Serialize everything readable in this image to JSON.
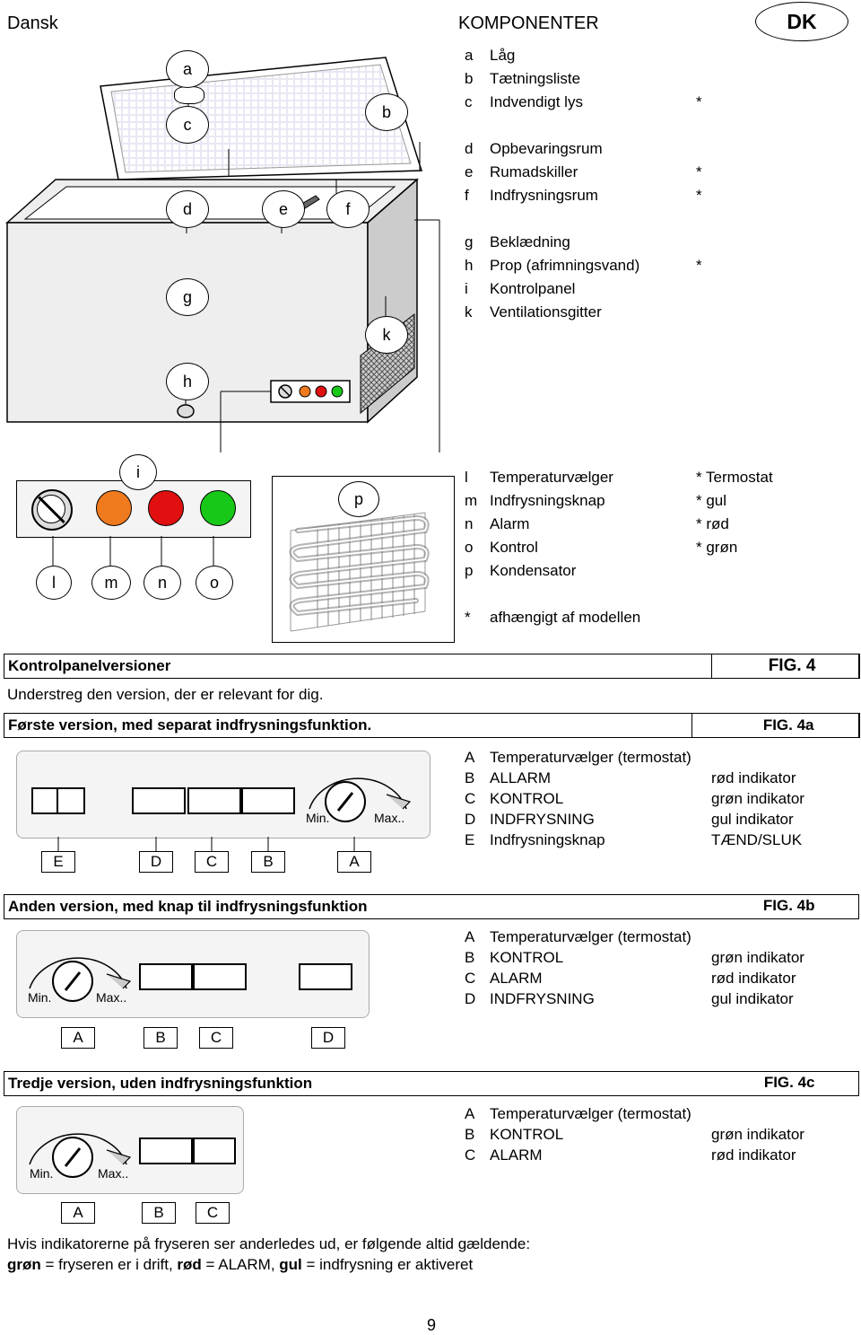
{
  "header": {
    "language": "Dansk",
    "title": "KOMPONENTER",
    "badge": "DK"
  },
  "diagram_labels": {
    "a": "a",
    "b": "b",
    "c": "c",
    "d": "d",
    "e": "e",
    "f": "f",
    "g": "g",
    "h": "h",
    "i": "i",
    "k": "k",
    "l": "l",
    "m": "m",
    "n": "n",
    "o": "o",
    "p": "p"
  },
  "components": [
    {
      "key": "a",
      "label": "Låg",
      "star": ""
    },
    {
      "key": "b",
      "label": "Tætningsliste",
      "star": ""
    },
    {
      "key": "c",
      "label": "Indvendigt lys",
      "star": "*"
    },
    {
      "key": "d",
      "label": "Opbevaringsrum",
      "star": ""
    },
    {
      "key": "e",
      "label": "Rumadskiller",
      "star": "*"
    },
    {
      "key": "f",
      "label": "Indfrysningsrum",
      "star": "*"
    },
    {
      "key": "g",
      "label": "Beklædning",
      "star": ""
    },
    {
      "key": "h",
      "label": "Prop (afrimningsvand)",
      "star": "*"
    },
    {
      "key": "i",
      "label": "Kontrolpanel",
      "star": ""
    },
    {
      "key": "k",
      "label": "Ventilationsgitter",
      "star": ""
    }
  ],
  "controls": [
    {
      "key": "l",
      "label": "Temperaturvælger",
      "note": "* Termostat"
    },
    {
      "key": "m",
      "label": "Indfrysningsknap",
      "note": "* gul"
    },
    {
      "key": "n",
      "label": "Alarm",
      "note": "* rød"
    },
    {
      "key": "o",
      "label": "Kontrol",
      "note": "* grøn"
    },
    {
      "key": "p",
      "label": "Kondensator",
      "note": ""
    }
  ],
  "footnote": {
    "star": "*",
    "text": "afhængigt af modellen"
  },
  "panel_versions": {
    "title": "Kontrolpanelversioner",
    "fig": "FIG. 4",
    "instruction": "Understreg den version, der er relevant for dig."
  },
  "v1": {
    "title": "Første version, med separat indfrysningsfunktion.",
    "fig": "FIG. 4a",
    "min": "Min.",
    "max": "Max..",
    "labels": [
      "E",
      "D",
      "C",
      "B",
      "A"
    ],
    "legend": [
      {
        "key": "A",
        "label": "Temperaturvælger (termostat)",
        "ind": ""
      },
      {
        "key": "B",
        "label": "ALLARM",
        "ind": "rød indikator"
      },
      {
        "key": "C",
        "label": "KONTROL",
        "ind": "grøn indikator"
      },
      {
        "key": "D",
        "label": "INDFRYSNING",
        "ind": "gul indikator"
      },
      {
        "key": "E",
        "label": "Indfrysningsknap",
        "ind": "TÆND/SLUK"
      }
    ]
  },
  "v2": {
    "title": "Anden version, med knap til indfrysningsfunktion",
    "fig": "FIG. 4b",
    "min": "Min.",
    "max": "Max..",
    "labels": [
      "A",
      "B",
      "C",
      "D"
    ],
    "legend": [
      {
        "key": "A",
        "label": "Temperaturvælger (termostat)",
        "ind": ""
      },
      {
        "key": "B",
        "label": "KONTROL",
        "ind": "grøn indikator"
      },
      {
        "key": "C",
        "label": "ALARM",
        "ind": "rød indikator"
      },
      {
        "key": "D",
        "label": "INDFRYSNING",
        "ind": "gul indikator"
      }
    ]
  },
  "v3": {
    "title": "Tredje version, uden indfrysningsfunktion",
    "fig": "FIG. 4c",
    "min": "Min.",
    "max": "Max..",
    "labels": [
      "A",
      "B",
      "C"
    ],
    "legend": [
      {
        "key": "A",
        "label": "Temperaturvælger (termostat)",
        "ind": ""
      },
      {
        "key": "B",
        "label": "KONTROL",
        "ind": "grøn indikator"
      },
      {
        "key": "C",
        "label": "ALARM",
        "ind": "rød indikator"
      }
    ]
  },
  "closing": {
    "line1": "Hvis indikatorerne på fryseren ser anderledes ud, er følgende altid gældende:",
    "green_word": "grøn",
    "green_text": " = fryseren er i drift, ",
    "red_word": "rød",
    "red_text": " = ALARM, ",
    "yellow_word": "gul",
    "yellow_text": " = indfrysning er aktiveret"
  },
  "page_number": "9",
  "colors": {
    "orange": "#f07a1e",
    "red": "#e01010",
    "green": "#18c818",
    "panel": "#f4f4f4"
  }
}
